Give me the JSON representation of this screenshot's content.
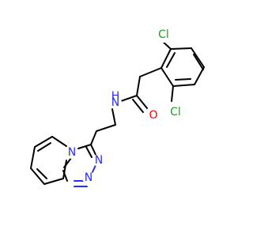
{
  "molecule": {
    "atoms": {
      "cl_top": "Cl",
      "cl_bottom": "Cl",
      "o_carbonyl": "O",
      "n_amide": "N",
      "h_amide": "H",
      "n_triazole_a": "N",
      "n_triazole_b": "N",
      "n_bridgehead": "N"
    },
    "colors": {
      "bond": "#000000",
      "chlorine": "#1fa01f",
      "nitrogen": "#2b2bff",
      "oxygen": "#ff0000"
    }
  }
}
